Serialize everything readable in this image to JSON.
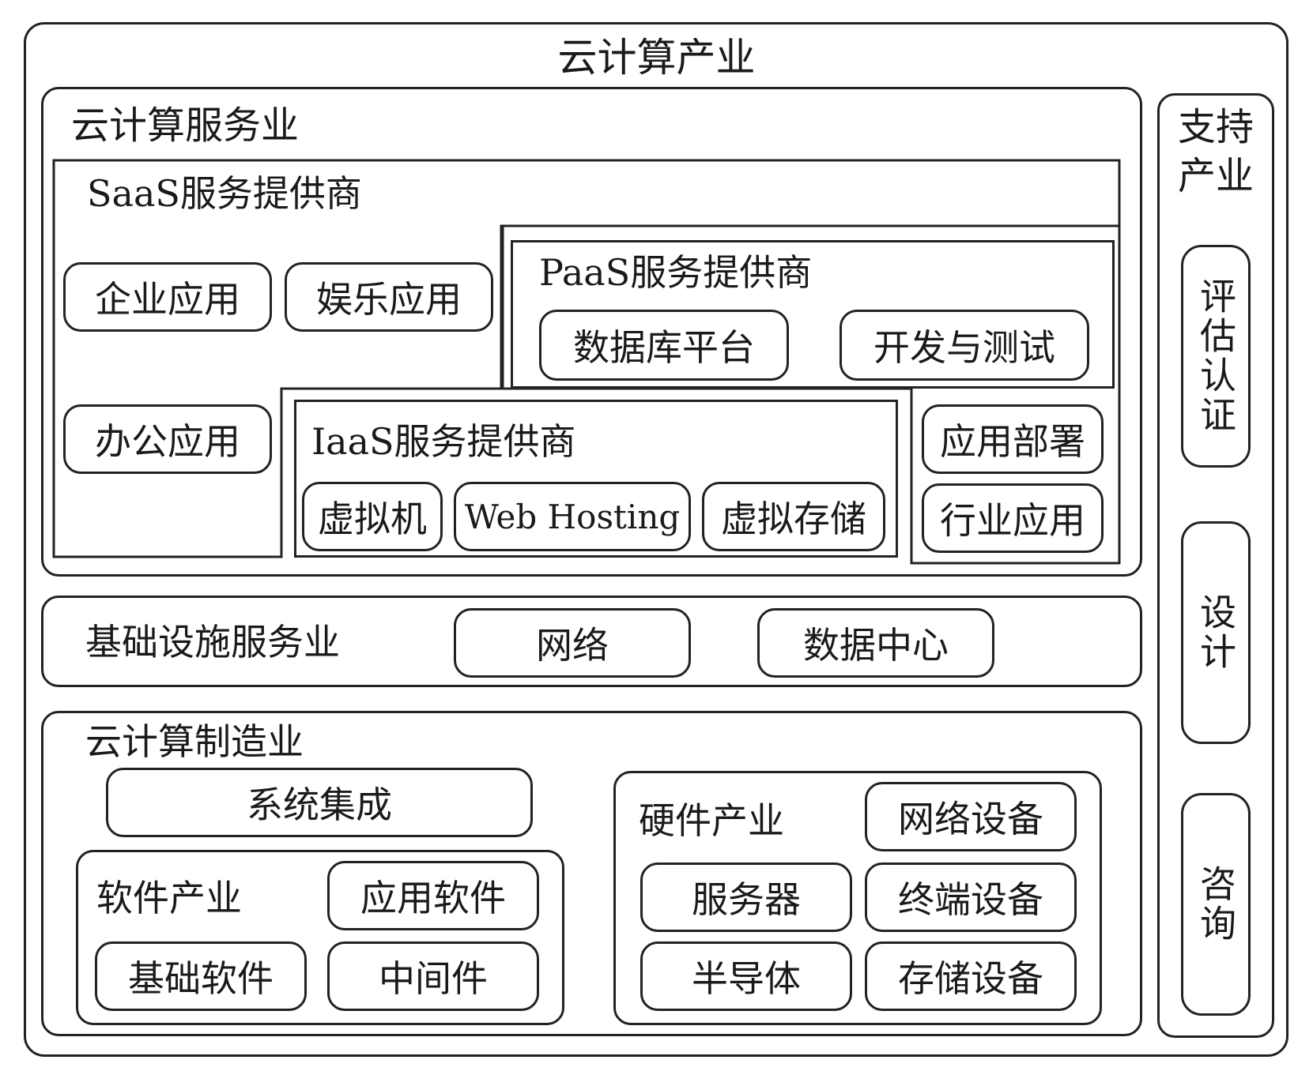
{
  "title": "云计算产业",
  "service": {
    "label": "云计算服务业",
    "saas": {
      "label": "SaaS服务提供商",
      "apps": [
        "企业应用",
        "娱乐应用",
        "办公应用"
      ],
      "side_apps": [
        "应用部署",
        "行业应用"
      ]
    },
    "paas": {
      "label": "PaaS服务提供商",
      "items": [
        "数据库平台",
        "开发与测试"
      ]
    },
    "iaas": {
      "label": "IaaS服务提供商",
      "items": [
        "虚拟机",
        "Web Hosting",
        "虚拟存储"
      ]
    }
  },
  "infrastructure": {
    "label": "基础设施服务业",
    "items": [
      "网络",
      "数据中心"
    ]
  },
  "manufacturing": {
    "label": "云计算制造业",
    "system_integration": "系统集成",
    "software": {
      "label": "软件产业",
      "items": [
        "应用软件",
        "基础软件",
        "中间件"
      ]
    },
    "hardware": {
      "label": "硬件产业",
      "items": [
        "网络设备",
        "服务器",
        "终端设备",
        "半导体",
        "存储设备"
      ]
    }
  },
  "support": {
    "label": "支持产业",
    "items": [
      "评估认证",
      "设计",
      "咨询"
    ]
  }
}
